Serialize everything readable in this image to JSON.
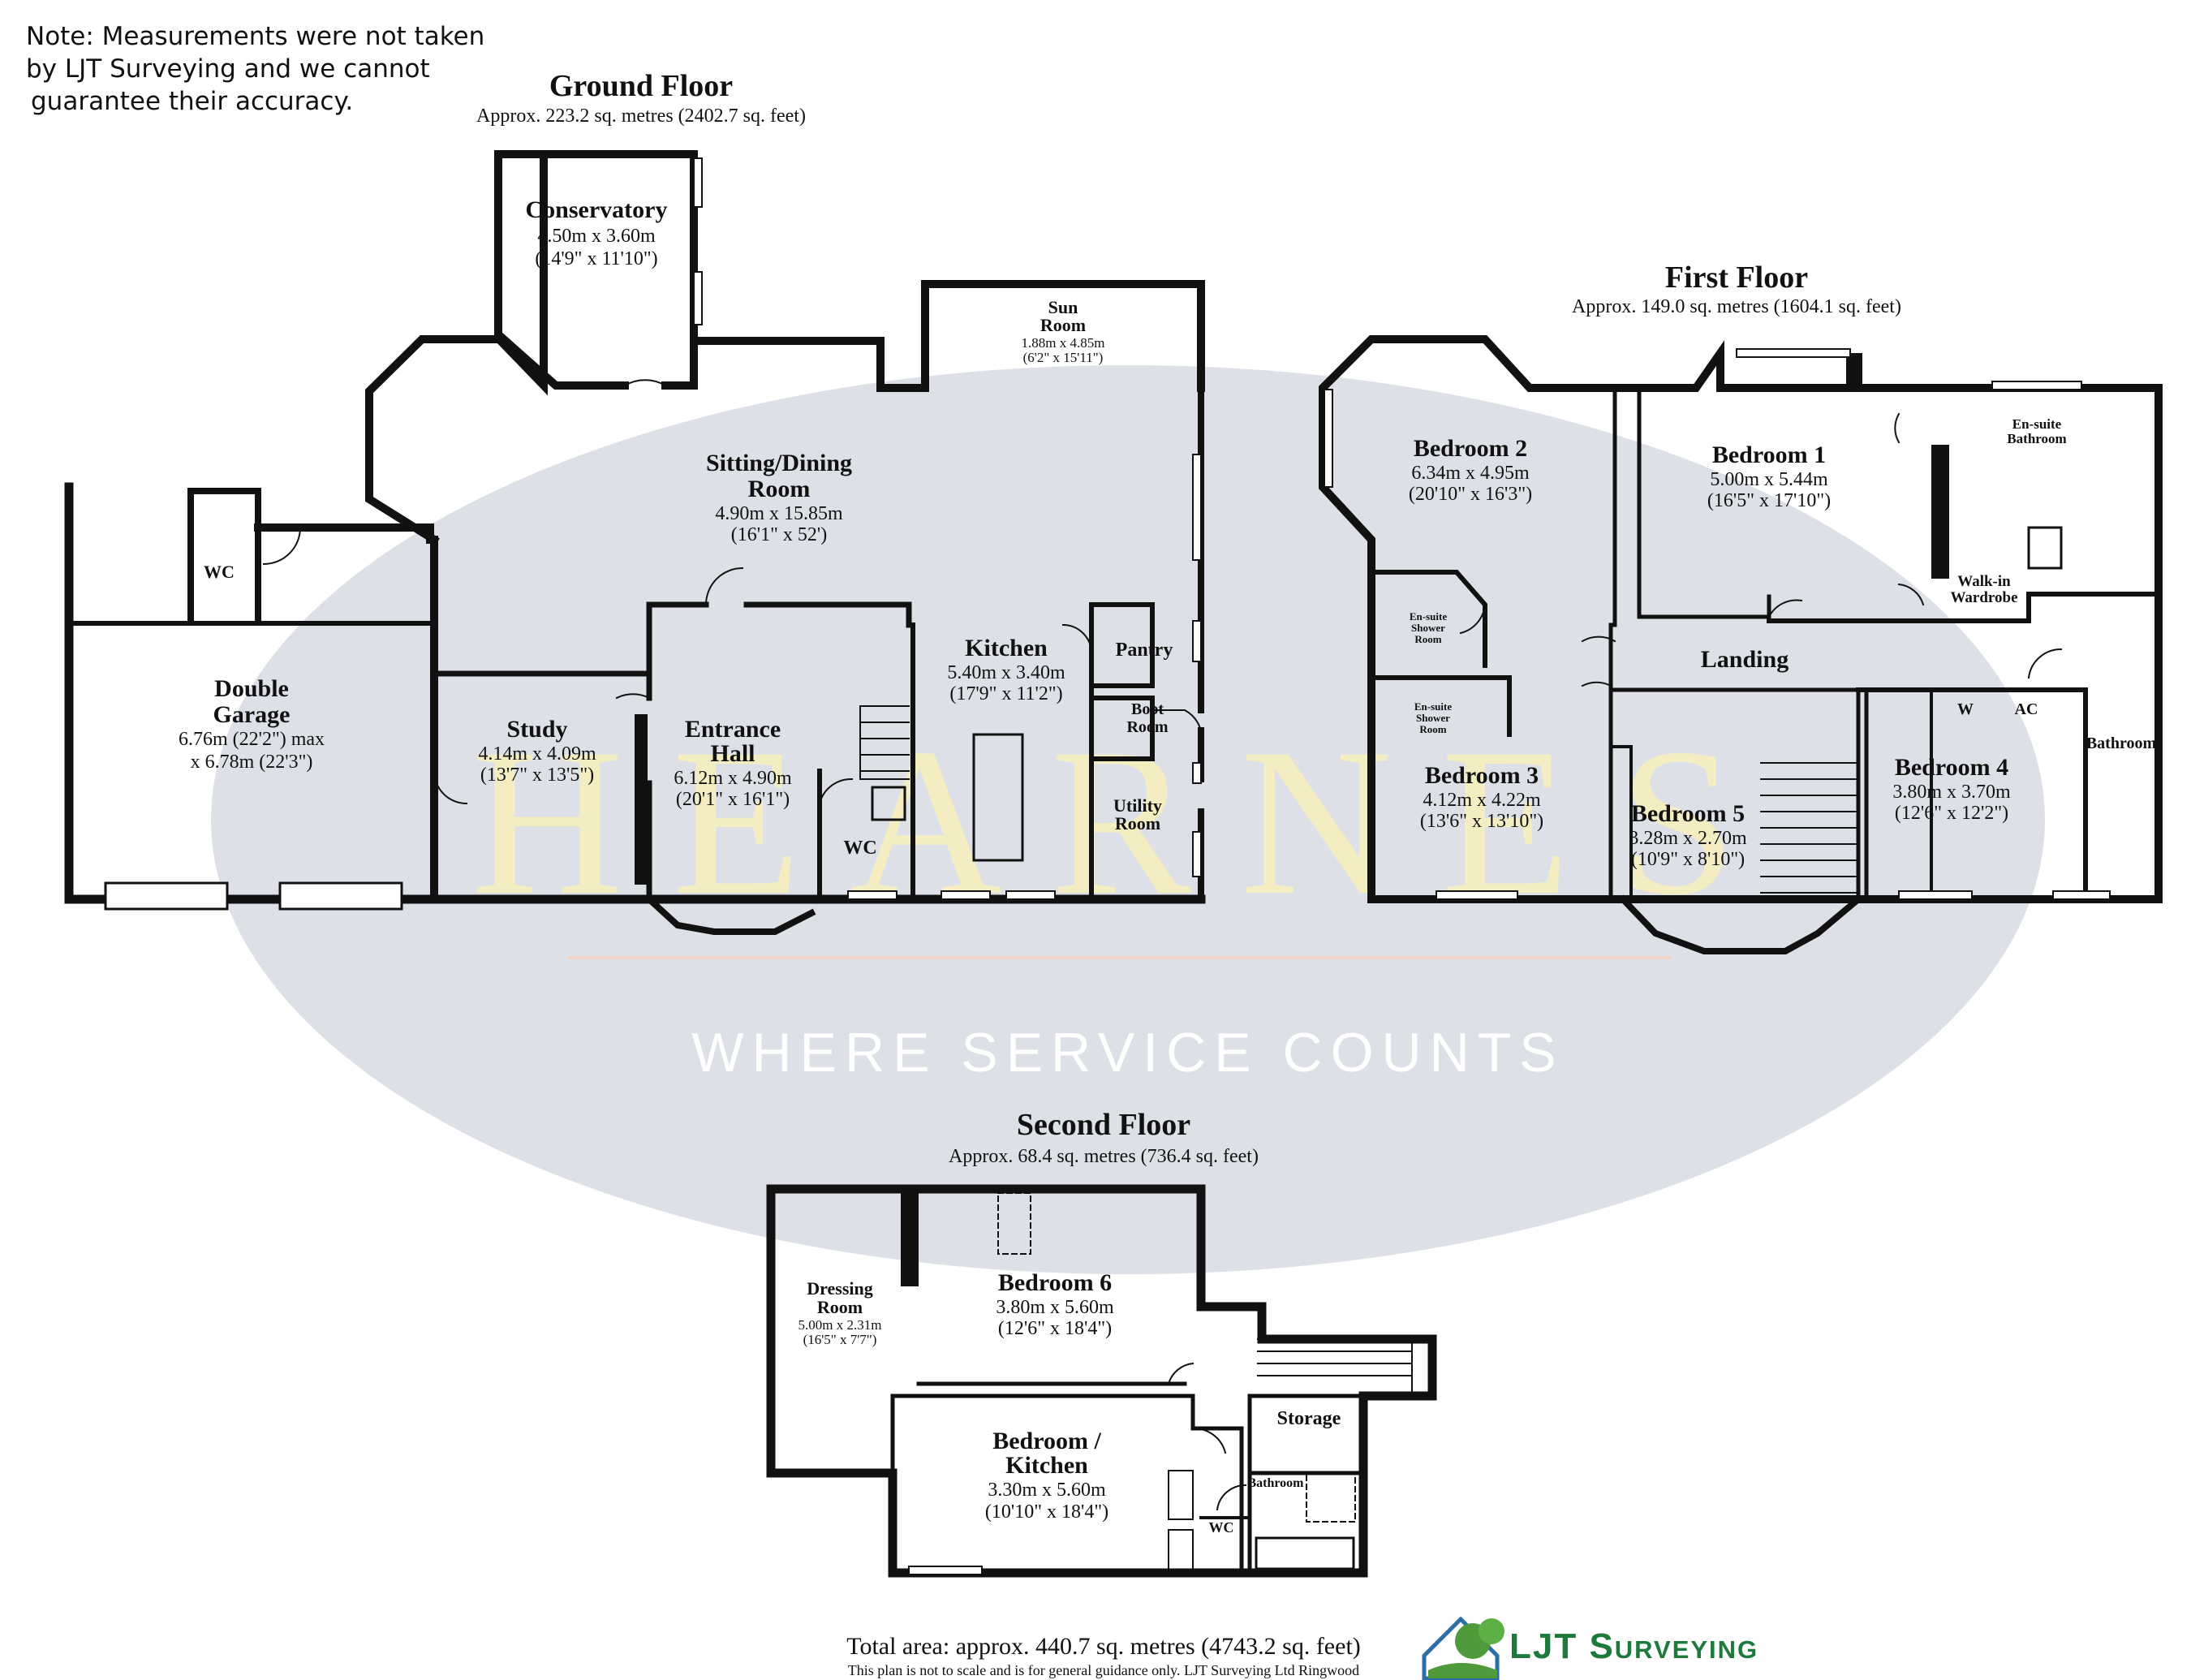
{
  "note": {
    "lines": [
      "Note: Measurements were not taken",
      "by LJT Surveying and we cannot",
      "guarantee their accuracy."
    ]
  },
  "watermark": {
    "brand": "HEARNES",
    "tagline": "WHERE SERVICE COUNTS",
    "colors": {
      "ellipse": "#dde1e7",
      "brand": "#f5edc2",
      "tagline": "#ffffff"
    }
  },
  "floors": {
    "ground": {
      "title": "Ground Floor",
      "area": "Approx. 223.2 sq. metres (2402.7 sq. feet)"
    },
    "first": {
      "title": "First Floor",
      "area": "Approx. 149.0 sq. metres (1604.1 sq. feet)"
    },
    "second": {
      "title": "Second Floor",
      "area": "Approx. 68.4 sq. metres (736.4 sq. feet)"
    }
  },
  "rooms": {
    "ground": {
      "conservatory": {
        "name": "Conservatory",
        "metric": "4.50m x 3.60m",
        "imperial": "(14'9\" x 11'10\")"
      },
      "sun_room": {
        "name_1": "Sun",
        "name_2": "Room",
        "metric": "1.88m x 4.85m",
        "imperial": "(6'2\" x 15'11\")"
      },
      "sitting": {
        "name_1": "Sitting/Dining",
        "name_2": "Room",
        "metric": "4.90m x 15.85m",
        "imperial": "(16'1\" x 52')"
      },
      "wc_garage": {
        "name": "WC"
      },
      "garage": {
        "name_1": "Double",
        "name_2": "Garage",
        "metric": "6.76m (22'2\") max",
        "imperial": "x 6.78m (22'3\")"
      },
      "study": {
        "name": "Study",
        "metric": "4.14m x 4.09m",
        "imperial": "(13'7\" x 13'5\")"
      },
      "hall": {
        "name_1": "Entrance",
        "name_2": "Hall",
        "metric": "6.12m x 4.90m",
        "imperial": "(20'1\" x 16'1\")"
      },
      "wc_hall": {
        "name": "WC"
      },
      "kitchen": {
        "name": "Kitchen",
        "metric": "5.40m x 3.40m",
        "imperial": "(17'9\" x 11'2\")"
      },
      "pantry": {
        "name": "Pantry"
      },
      "boot": {
        "name_1": "Boot",
        "name_2": "Room"
      },
      "utility": {
        "name_1": "Utility",
        "name_2": "Room"
      }
    },
    "first": {
      "bed2": {
        "name": "Bedroom 2",
        "metric": "6.34m x 4.95m",
        "imperial": "(20'10\" x 16'3\")"
      },
      "ensuite_shower_a": {
        "line_1": "En-suite",
        "line_2": "Shower",
        "line_3": "Room"
      },
      "ensuite_shower_b": {
        "line_1": "En-suite",
        "line_2": "Shower",
        "line_3": "Room"
      },
      "bed1": {
        "name": "Bedroom 1",
        "metric": "5.00m x 5.44m",
        "imperial": "(16'5\" x 17'10\")"
      },
      "ensuite_bath": {
        "line_1": "En-suite",
        "line_2": "Bathroom"
      },
      "walkin": {
        "line_1": "Walk-in",
        "line_2": "Wardrobe"
      },
      "landing": {
        "name": "Landing"
      },
      "bed3": {
        "name": "Bedroom 3",
        "metric": "4.12m x 4.22m",
        "imperial": "(13'6\" x 13'10\")"
      },
      "bed5": {
        "name": "Bedroom 5",
        "metric": "3.28m x 2.70m",
        "imperial": "(10'9\" x 8'10\")"
      },
      "bed4": {
        "name": "Bedroom 4",
        "metric": "3.80m x 3.70m",
        "imperial": "(12'6\" x 12'2\")"
      },
      "w": {
        "name": "W"
      },
      "ac": {
        "name": "AC"
      },
      "bathroom": {
        "name": "Bathroom"
      }
    },
    "second": {
      "dressing": {
        "name_1": "Dressing",
        "name_2": "Room",
        "metric": "5.00m x 2.31m",
        "imperial": "(16'5\" x 7'7\")"
      },
      "bed6": {
        "name": "Bedroom 6",
        "metric": "3.80m x 5.60m",
        "imperial": "(12'6\" x 18'4\")"
      },
      "storage": {
        "name": "Storage"
      },
      "bedkitchen": {
        "name_1": "Bedroom /",
        "name_2": "Kitchen",
        "metric": "3.30m x 5.60m",
        "imperial": "(10'10\" x 18'4\")"
      },
      "bathroom": {
        "name": "Bathroom"
      },
      "wc": {
        "name": "WC"
      }
    }
  },
  "footer": {
    "total": "Total area: approx. 440.7 sq. metres (4743.2 sq. feet)",
    "disclaimer": "This plan is not to scale and is for general guidance only. LJT Surveying Ltd Ringwood"
  },
  "logo": {
    "text": "LJT Surveying",
    "colors": {
      "green": "#4f9a3a",
      "blue": "#2c6fa6",
      "text": "#1d7a3a"
    }
  }
}
